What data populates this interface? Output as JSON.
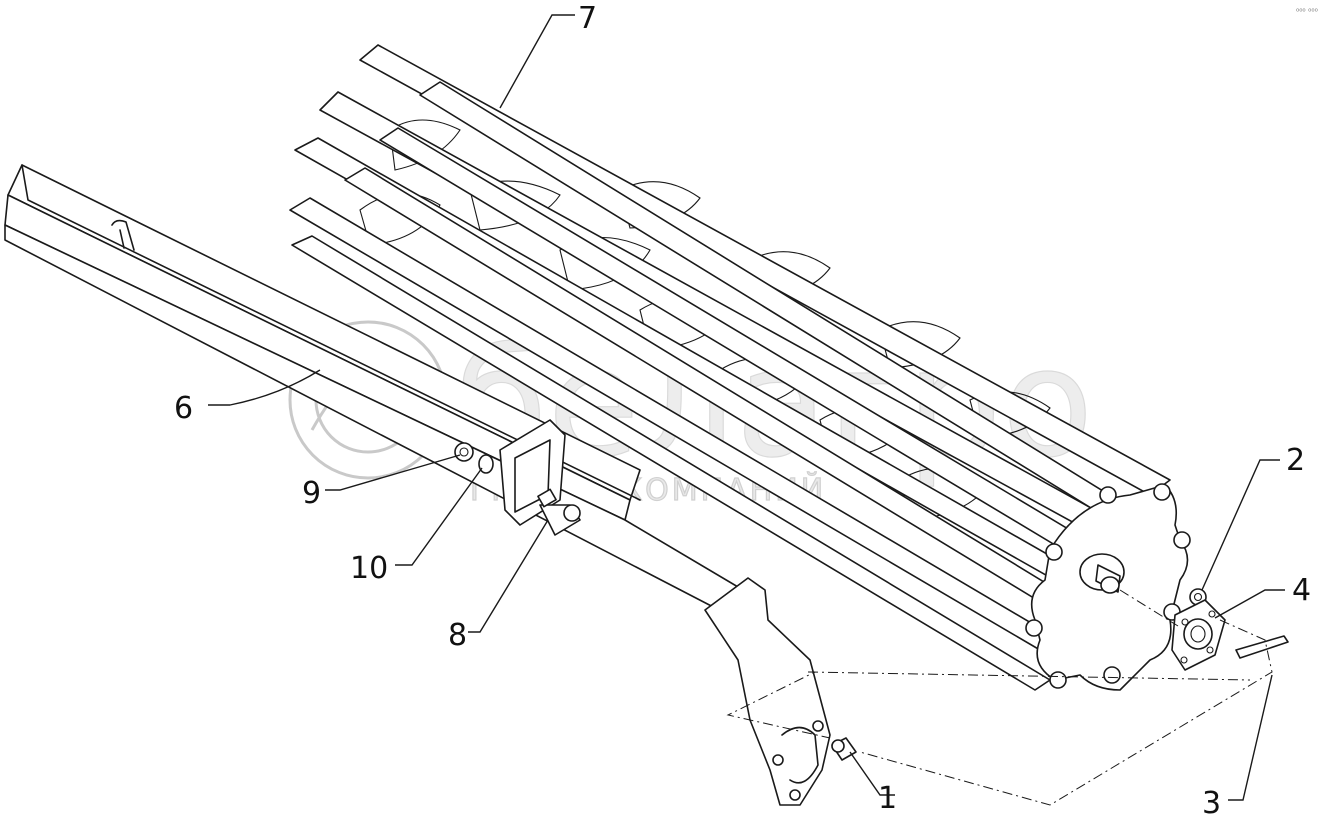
{
  "watermark": {
    "brand": "белагро",
    "tagline": "ГРУППА КОМПАНИЙ"
  },
  "corner_mark": "⁰⁰⁰ ⁰⁰⁰",
  "callouts": [
    {
      "id": "1",
      "label": "1"
    },
    {
      "id": "2",
      "label": "2"
    },
    {
      "id": "3",
      "label": "3"
    },
    {
      "id": "4",
      "label": "4"
    },
    {
      "id": "6",
      "label": "6"
    },
    {
      "id": "7",
      "label": "7"
    },
    {
      "id": "8",
      "label": "8"
    },
    {
      "id": "9",
      "label": "9"
    },
    {
      "id": "10",
      "label": "10"
    }
  ],
  "colors": {
    "line": "#1a1a1a",
    "watermark": "#c9c9c9",
    "background": "#ffffff"
  }
}
